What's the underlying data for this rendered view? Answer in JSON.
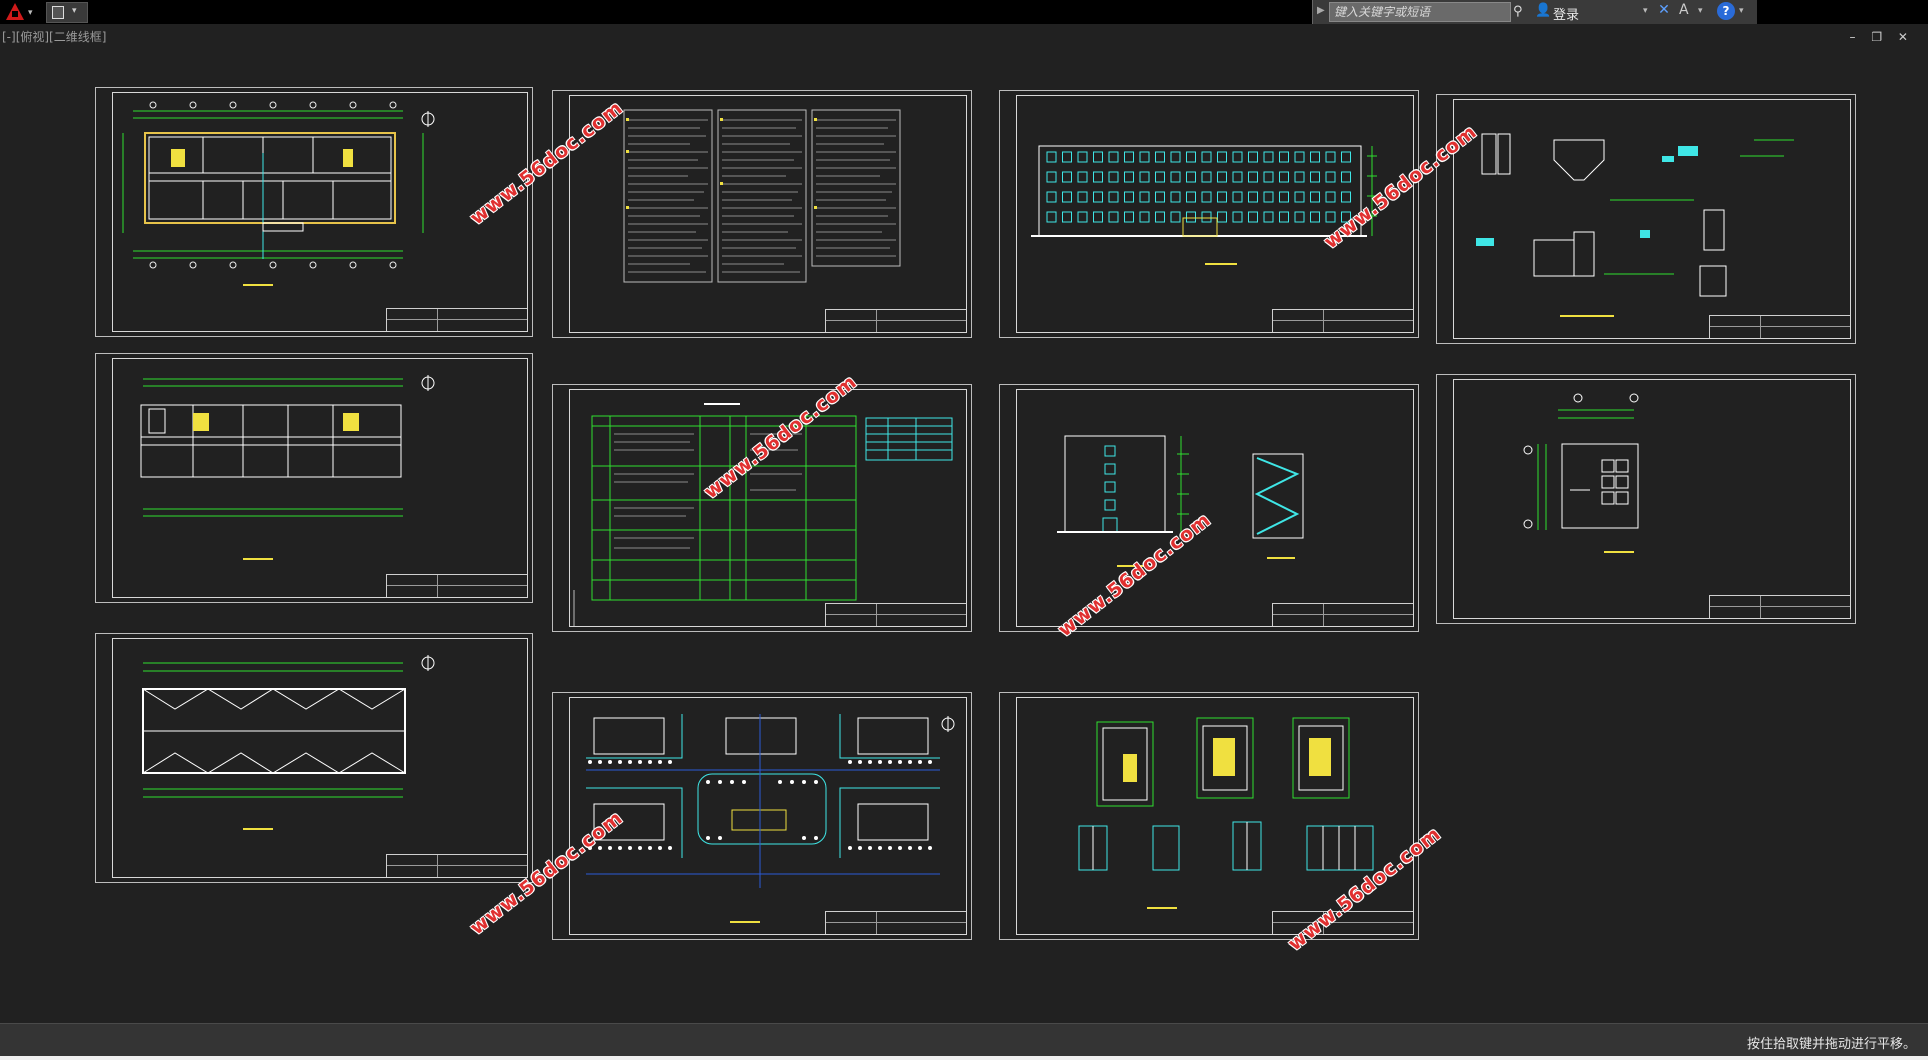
{
  "topbar": {
    "search_placeholder": "键入关键字或短语",
    "login_label": "登录"
  },
  "viewport": {
    "label": "[-][俯视][二维线框]",
    "window_controls": "– ❐ ✕"
  },
  "status": {
    "message": "按住拾取键并拖动进行平移。"
  },
  "watermark": {
    "text": "www.56doc.com"
  },
  "icons": [
    "application-menu-icon",
    "quick-access-icon",
    "search-arrow-icon",
    "binoculars-icon",
    "user-icon",
    "exchange-icon",
    "autodesk-a-icon",
    "help-icon"
  ],
  "colors": {
    "background": "#212121",
    "cad_green": "#2fe02f",
    "cad_cyan": "#3fe6e6",
    "cad_yellow": "#f0e040",
    "watermark": "#e03030"
  }
}
